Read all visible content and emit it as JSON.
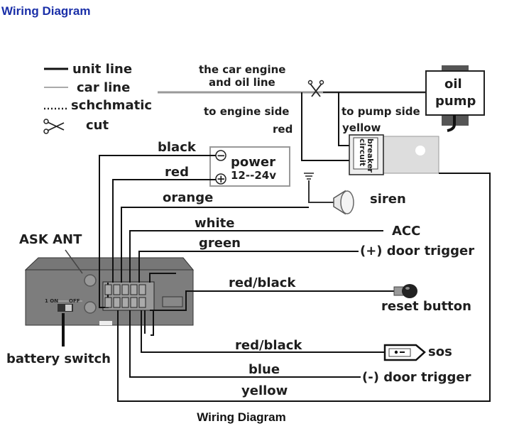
{
  "page": {
    "title": "Wiring Diagram",
    "caption": "Wiring Diagram"
  },
  "legend": {
    "unit_line": "unit line",
    "car_line": "car line",
    "schematic": "schchmatic",
    "cut": "cut"
  },
  "engine": {
    "line_label_1": "the car engine",
    "line_label_2": "and oil line",
    "engine_side": "to engine side",
    "pump_side": "to pump side",
    "wire_red": "red",
    "wire_yellow": "yellow"
  },
  "oil_pump": {
    "label_1": "oil",
    "label_2": "pump"
  },
  "circuit_breaker": {
    "label_1": "circuit",
    "label_2": "breaker"
  },
  "power": {
    "label": "power",
    "voltage": "12--24v",
    "minus": "−",
    "plus": "+"
  },
  "siren": {
    "label": "siren"
  },
  "wires": {
    "black": "black",
    "red": "red",
    "orange": "orange",
    "white": "white",
    "green": "green",
    "red_black_1": "red/black",
    "red_black_2": "red/black",
    "blue": "blue",
    "yellow": "yellow"
  },
  "targets": {
    "acc": "ACC",
    "door_trigger_pos": "(+) door trigger",
    "reset_button": "reset button",
    "sos": "sos",
    "door_trigger_neg": "(-) door trigger"
  },
  "unit": {
    "ask_ant": "ASK ANT",
    "battery_switch": "battery switch",
    "switch_on": "1 ON",
    "switch_off": "OFF"
  }
}
